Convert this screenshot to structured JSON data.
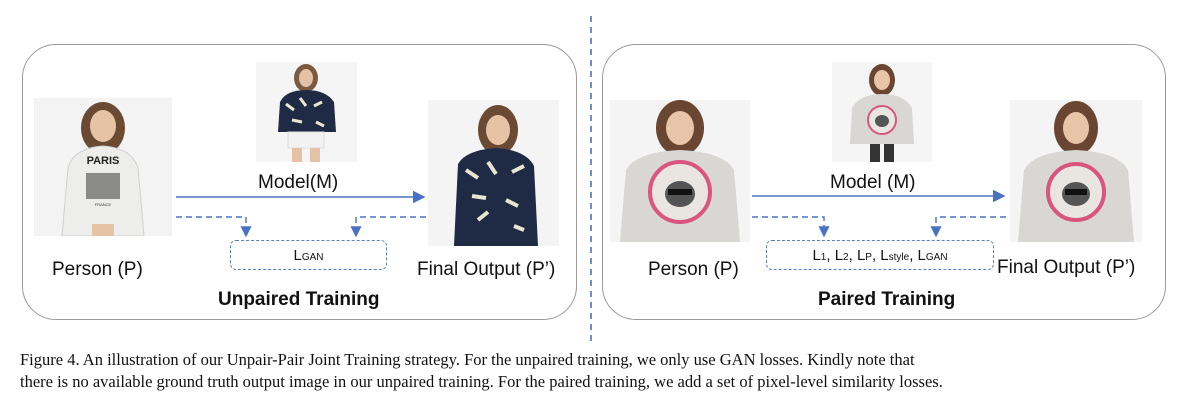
{
  "left_panel": {
    "title": "Unpaired Training",
    "person_label": "Person (P)",
    "model_label": "Model(M)",
    "output_label": "Final Output (P’)",
    "loss": {
      "main": "L",
      "sub": "GAN"
    }
  },
  "right_panel": {
    "title": "Paired Training",
    "person_label": "Person (P)",
    "model_label": "Model (M)",
    "output_label": "Final Output (P’)",
    "losses": [
      {
        "main": "L",
        "sub": "1"
      },
      {
        "main": "L",
        "sub": "2"
      },
      {
        "main": "L",
        "sub": "P"
      },
      {
        "main": "L",
        "sub": "style"
      },
      {
        "main": "L",
        "sub": "GAN"
      }
    ]
  },
  "caption": {
    "line1": "Figure 4. An illustration of our Unpair-Pair Joint Training strategy. For the unpaired training, we only use GAN losses. Kindly note that",
    "line2": "there is no available ground truth output image in our unpaired training. For the paired training, we add a set of pixel-level similarity losses."
  },
  "photo_texts": {
    "tshirt_print": "PARIS",
    "tshirt_small": "FRANCE"
  },
  "colors": {
    "arrow_blue": "#4a72c4",
    "panel_border": "#9a9a9a",
    "sweater_badge": "#d9557f"
  }
}
